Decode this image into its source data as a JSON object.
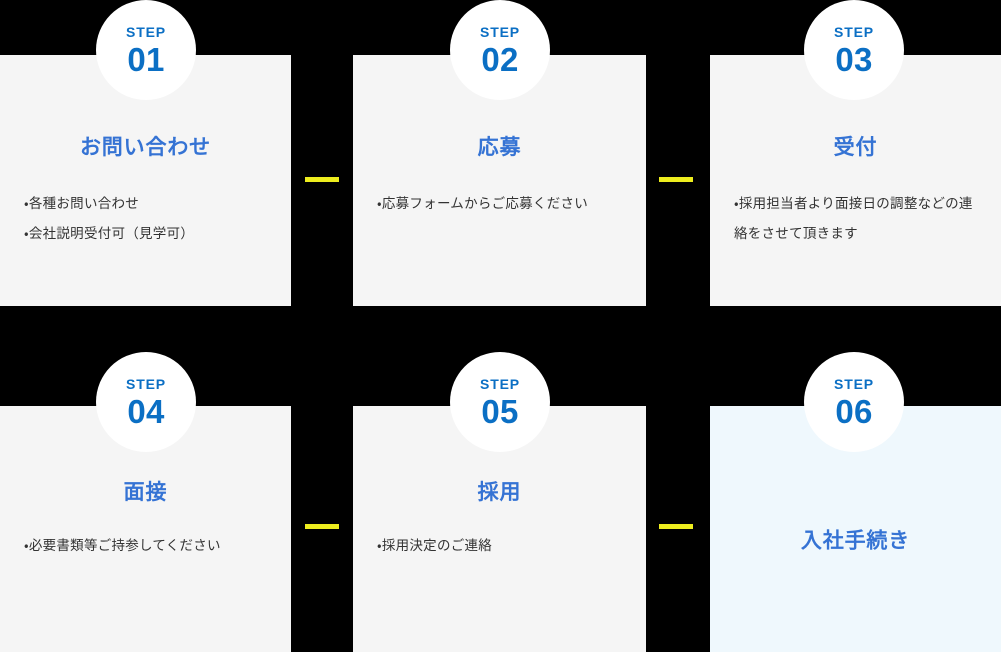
{
  "theme": {
    "background": "#000000",
    "card_background": "#f5f5f5",
    "card_accent_background": "#eff8fd",
    "badge_background": "#ffffff",
    "badge_text_color": "#0b6fc4",
    "heading_color": "#3573d4",
    "body_text_color": "#333333",
    "connector_color": "#eded1e"
  },
  "steps": [
    {
      "badge_label": "STEP",
      "badge_number": "01",
      "heading": "お問い合わせ",
      "body_lines": [
        "・各種お問い合わせ",
        "・会社説明受付可（見学可）"
      ]
    },
    {
      "badge_label": "STEP",
      "badge_number": "02",
      "heading": "応募",
      "body_lines": [
        "・応募フォームからご応募ください"
      ]
    },
    {
      "badge_label": "STEP",
      "badge_number": "03",
      "heading": "受付",
      "body_lines": [
        "・採用担当者より面接日の調整などの連絡をさせて頂きます"
      ]
    },
    {
      "badge_label": "STEP",
      "badge_number": "04",
      "heading": "面接",
      "body_lines": [
        "・必要書類等ご持参してください"
      ]
    },
    {
      "badge_label": "STEP",
      "badge_number": "05",
      "heading": "採用",
      "body_lines": [
        "・採用決定のご連絡"
      ]
    },
    {
      "badge_label": "STEP",
      "badge_number": "06",
      "heading": "入社手続き",
      "body_lines": []
    }
  ]
}
